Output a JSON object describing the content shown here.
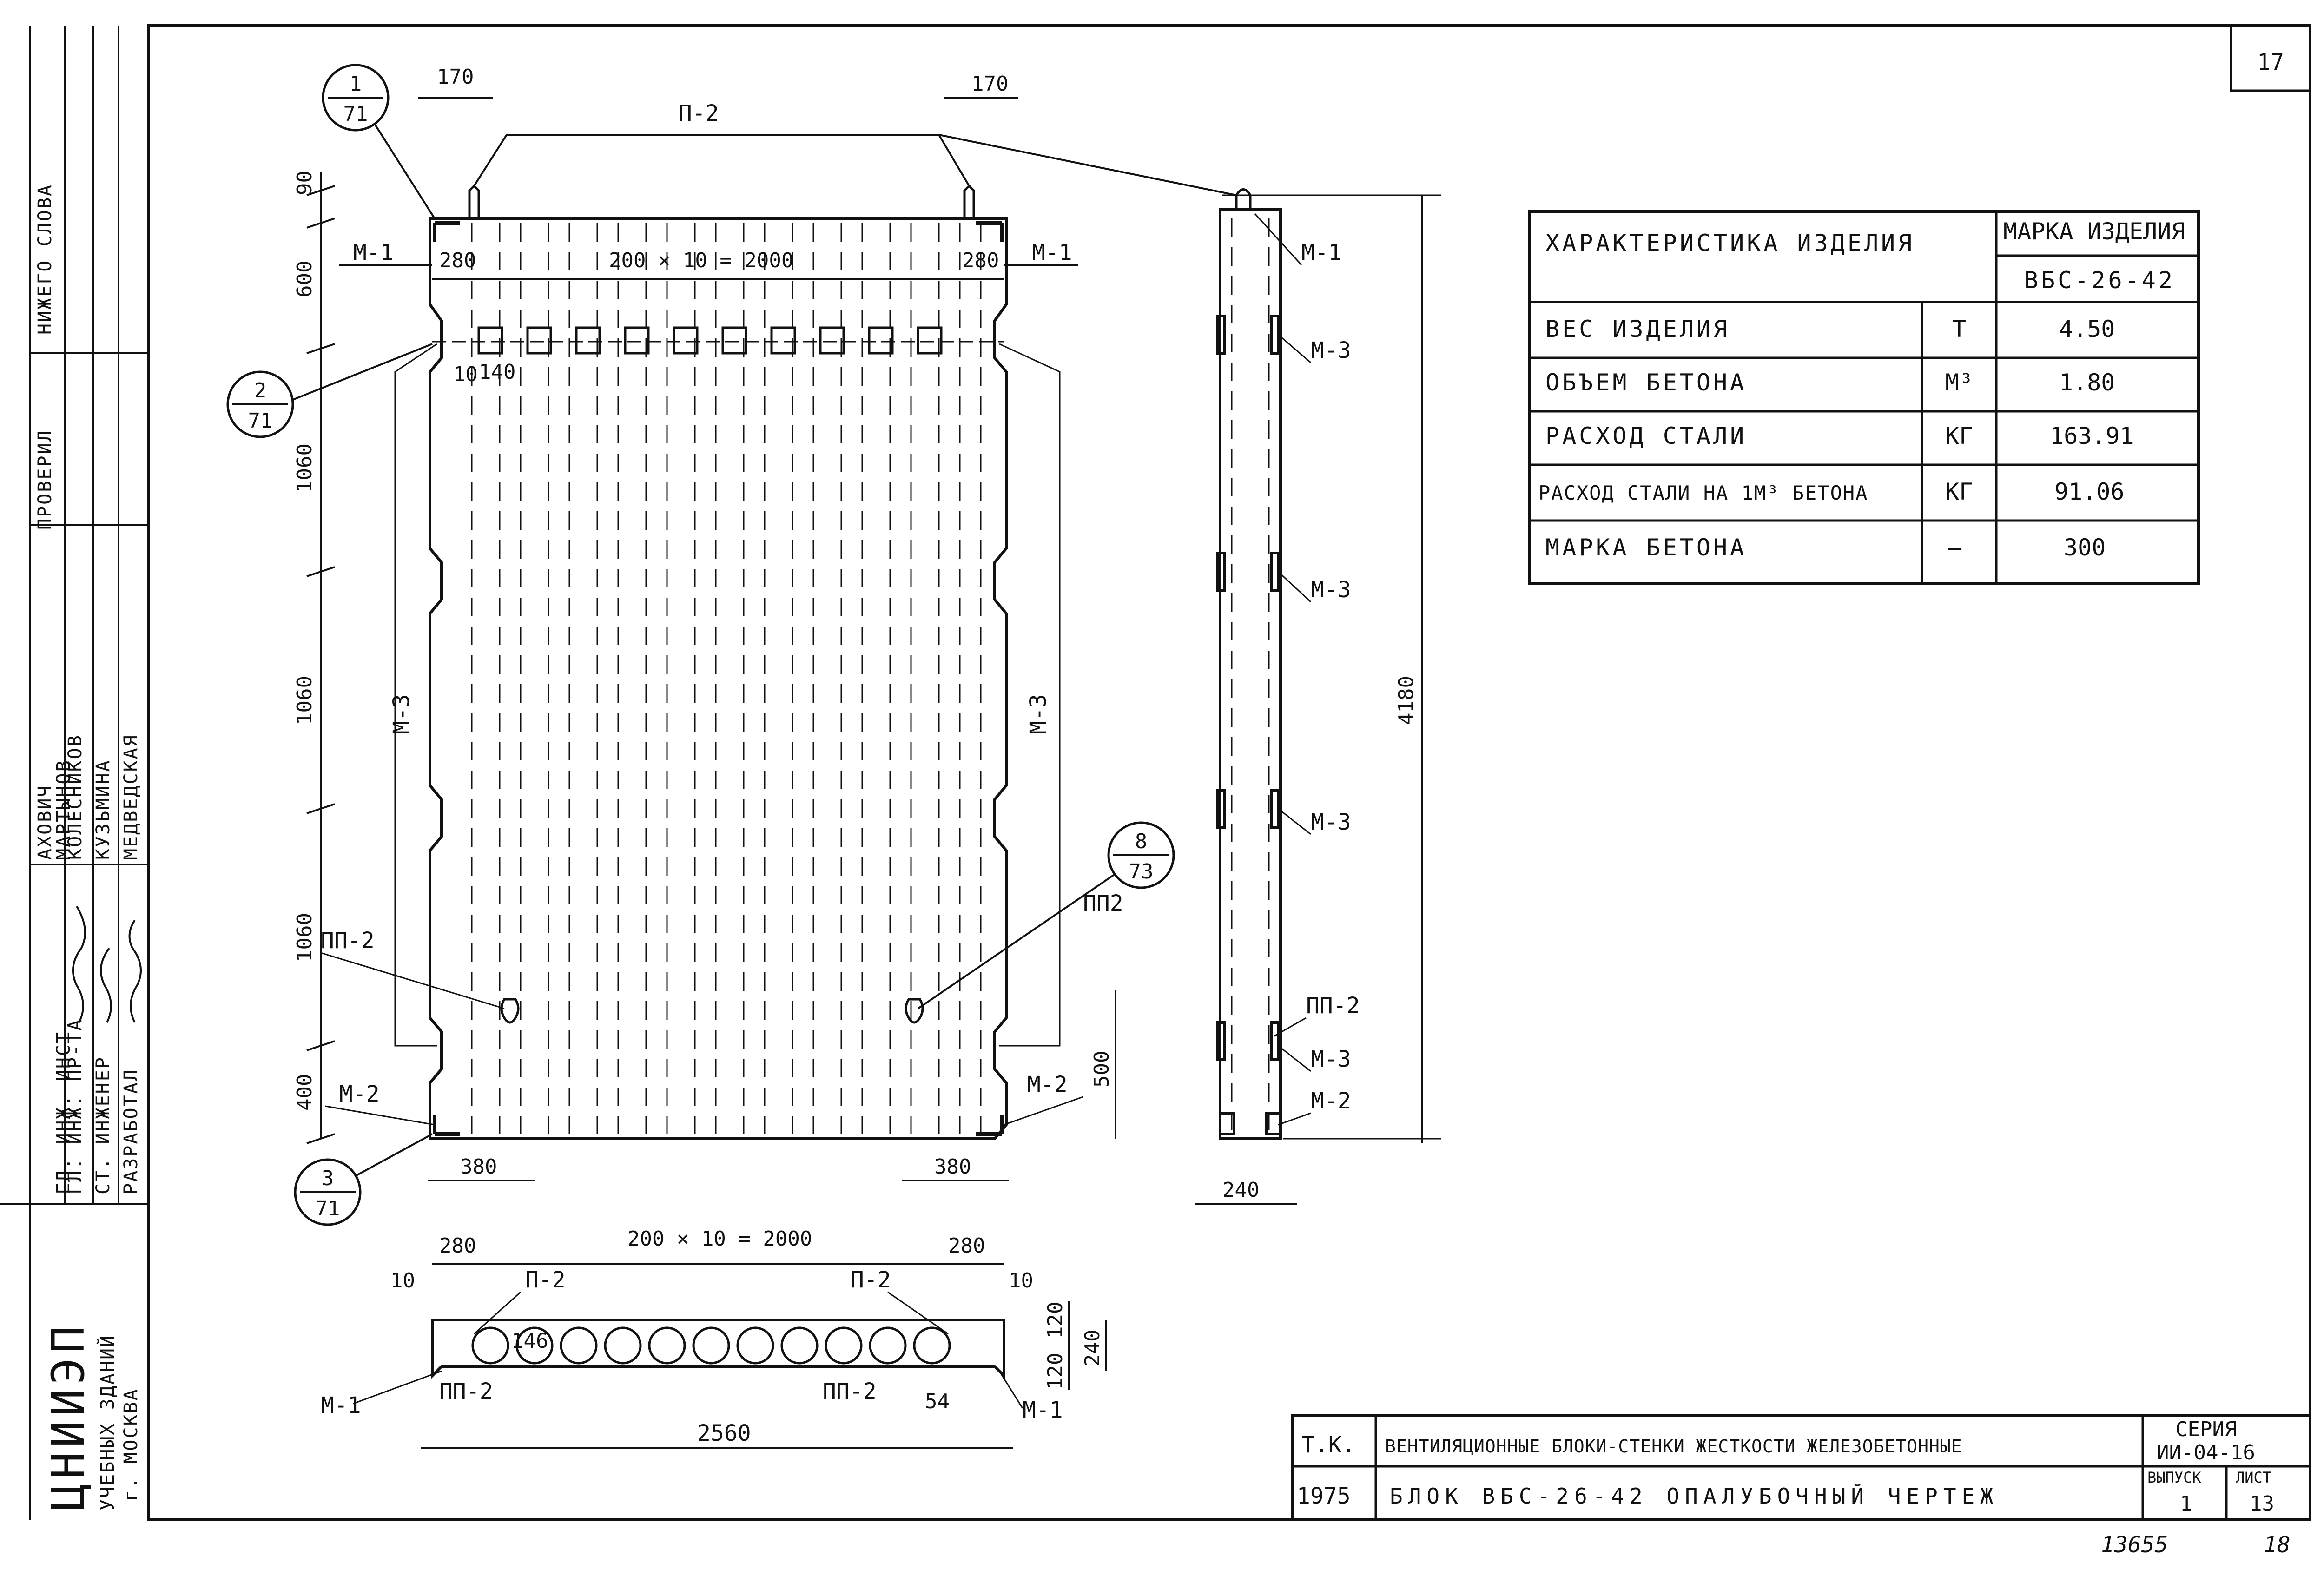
{
  "sheet_number": "17",
  "characteristics": {
    "header_left": "ХАРАКТЕРИСТИКА ИЗДЕЛИЯ",
    "header_right": "МАРКА ИЗДЕЛИЯ",
    "product_mark": "ВБС-26-42",
    "rows": [
      {
        "label": "ВЕС ИЗДЕЛИЯ",
        "unit": "Т",
        "value": "4.50"
      },
      {
        "label": "ОБЪЕМ БЕТОНА",
        "unit": "М³",
        "value": "1.80"
      },
      {
        "label": "РАСХОД СТАЛИ",
        "unit": "КГ",
        "value": "163.91"
      },
      {
        "label": "РАСХОД СТАЛИ НА 1М³ БЕТОНА",
        "unit": "КГ",
        "value": "91.06"
      },
      {
        "label": "МАРКА БЕТОНА",
        "unit": "—",
        "value": "300"
      }
    ]
  },
  "title_block": {
    "tk": "Т.К.",
    "year": "1975",
    "series_title": "ВЕНТИЛЯЦИОННЫЕ БЛОКИ-СТЕНКИ ЖЕСТКОСТИ ЖЕЛЕЗОБЕТОННЫЕ",
    "series_label": "СЕРИЯ",
    "series": "ИИ-04-16",
    "drawing_title": "БЛОК ВБС-26-42 ОПАЛУБОЧНЫЙ ЧЕРТЕЖ",
    "issue_label": "ВЫПУСК",
    "issue": "1",
    "sheet_label": "ЛИСТ",
    "sheet": "13"
  },
  "footer": {
    "archive_number": "13655",
    "page": "18"
  },
  "institute": {
    "name": "ЦНИИЭП",
    "subtitle": "УЧЕБНЫХ ЗДАНИЙ",
    "city": "г. МОСКВА"
  },
  "signatures": {
    "roles": [
      "ГЛ. ИНЖ. ИНСТ.",
      "ГЛ. ИНЖ. ПР-ТА",
      "СТ. ИНЖЕНЕР",
      "РАЗРАБОТАЛ"
    ],
    "names": [
      "МАРТЫНОВ",
      "КОЛЕСНИКОВ",
      "КУЗЬМИНА",
      "МЕДВЕДСКАЯ"
    ],
    "header_top": "АХОВИЧ",
    "header_mid": "ПРОВЕРИЛ",
    "side_note": "НИЖЕГО СЛОВА"
  },
  "elevation": {
    "dims_vertical": [
      "90",
      "600",
      "1060",
      "1060",
      "1060",
      "400"
    ],
    "dims_top": [
      "170",
      "170"
    ],
    "inner_dims": [
      "280",
      "200 × 10 = 2000",
      "280"
    ],
    "small_dims": [
      "10",
      "140"
    ],
    "bottom_dims": [
      "380",
      "380"
    ],
    "dim_500": "500",
    "callouts": [
      {
        "num": "1",
        "sheet": "71"
      },
      {
        "num": "2",
        "sheet": "71"
      },
      {
        "num": "3",
        "sheet": "71"
      },
      {
        "num": "8",
        "sheet": "73"
      }
    ],
    "labels": {
      "p2": "П-2",
      "m1_left": "М-1",
      "m1_right": "М-1",
      "m3_left": "М-3",
      "m3_right": "М-3",
      "pp2_left": "ПП-2",
      "pp2_right": "ПП2",
      "m2_left": "М-2",
      "m2_right": "М-2"
    }
  },
  "side_view": {
    "height": "4180",
    "width": "240",
    "labels": [
      "М-1",
      "М-3",
      "М-3",
      "М-3",
      "ПП-2",
      "М-3",
      "М-2"
    ]
  },
  "plan": {
    "top_dims": [
      "280",
      "200 × 10 = 2000",
      "280"
    ],
    "left_10": "10",
    "right_10": "10",
    "p2_left": "П-2",
    "p2_right": "П-2",
    "circle_dim": "146",
    "width": "2560",
    "m1_left": "М-1",
    "m1_right": "М-1",
    "pp2_left": "ПП-2",
    "pp2_right": "ПП-2",
    "dim_54": "54",
    "dim_120a": "120",
    "dim_120b": "120",
    "dim_240": "240"
  }
}
